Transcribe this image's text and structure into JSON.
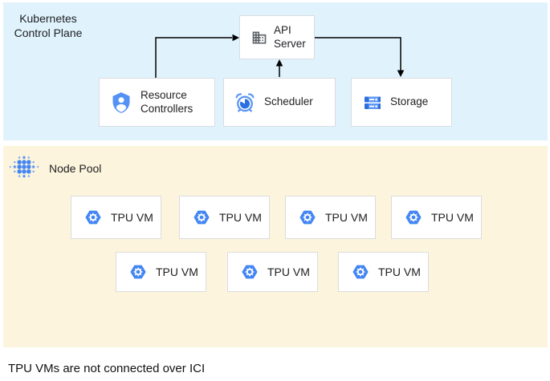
{
  "control_plane": {
    "title": "Kubernetes Control Plane",
    "nodes": {
      "api_server": "API Server",
      "resource_controllers": "Resource Controllers",
      "scheduler": "Scheduler",
      "storage": "Storage"
    }
  },
  "node_pool": {
    "title": "Node Pool",
    "tpu_label": "TPU VM",
    "tpu_count_row1": 4,
    "tpu_count_row2": 3
  },
  "footer": {
    "note": "TPU VMs are not connected over ICI"
  },
  "icons": {
    "api_server": "building-icon",
    "resource_controllers": "shield-person-icon",
    "scheduler": "alarm-clock-icon",
    "storage": "storage-stack-icon",
    "tpu_vm": "tpu-hexagon-icon",
    "node_pool": "dot-cluster-icon"
  },
  "colors": {
    "control_plane_bg": "#e0f3fd",
    "node_pool_bg": "#fcf4dc",
    "box_border": "#dadce0",
    "google_blue": "#4285f4",
    "blue_light": "#5e97f6",
    "blue_pale": "#8fb4f8",
    "blue_dark": "#2d6fe0",
    "icon_gray": "#5f6368",
    "text": "#202124",
    "arrow": "#000000"
  }
}
